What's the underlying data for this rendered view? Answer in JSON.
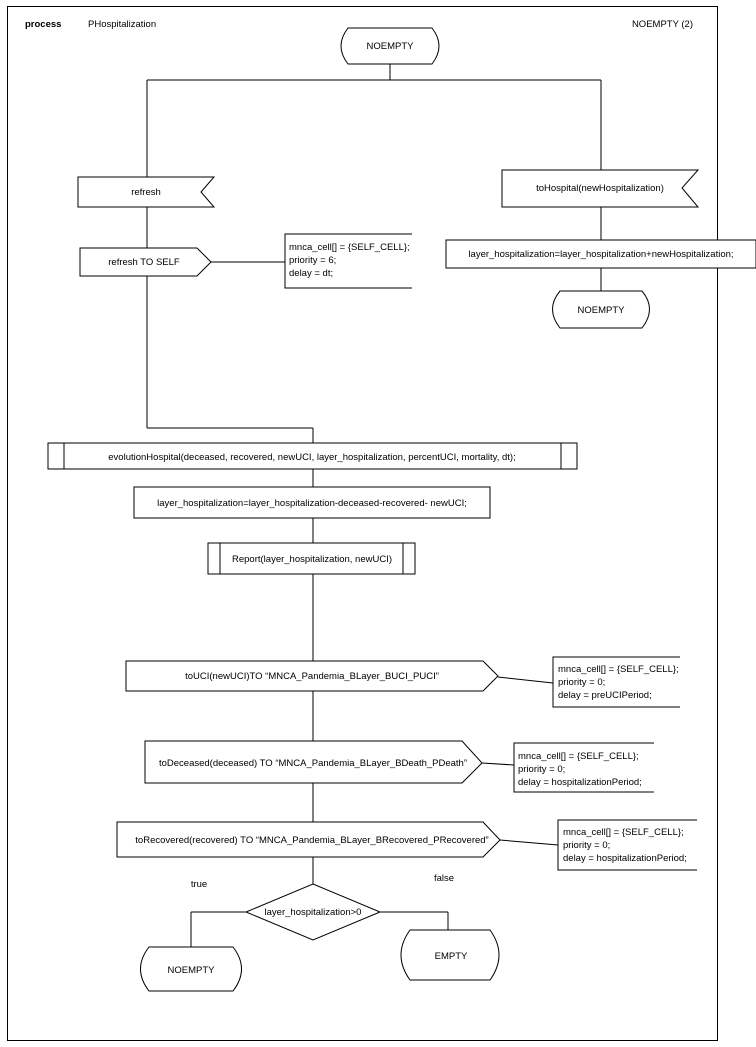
{
  "header": {
    "keyword": "process",
    "name": "PHospitalization",
    "page_label": "NOEMPTY (2)"
  },
  "states": {
    "start": "NOEMPTY",
    "after_hospital": "NOEMPTY",
    "final_true": "NOEMPTY",
    "final_false": "EMPTY"
  },
  "inputs": {
    "refresh": "refresh",
    "to_hospital": "toHospital(newHospitalization)"
  },
  "outputs": {
    "refresh_self": "refresh TO SELF",
    "to_uci": "toUCI(newUCI)TO “MNCA_Pandemia_BLayer_BUCI_PUCI”",
    "to_deceased": "toDeceased(deceased) TO “MNCA_Pandemia_BLayer_BDeath_PDeath”",
    "to_recovered": "toRecovered(recovered) TO “MNCA_Pandemia_BLayer_BRecovered_PRecovered”"
  },
  "tasks": {
    "add_hospital": "layer_hospitalization=layer_hospitalization+newHospitalization;",
    "subtract": "layer_hospitalization=layer_hospitalization-deceased-recovered- newUCI;"
  },
  "procedures": {
    "evolution": "evolutionHospital(deceased, recovered, newUCI, layer_hospitalization, percentUCI, mortality, dt);",
    "report": "Report(layer_hospitalization, newUCI)"
  },
  "comments": {
    "refresh": [
      "mnca_cell[] = {SELF_CELL};",
      "priority = 6;",
      "delay = dt;"
    ],
    "uci": [
      "mnca_cell[] = {SELF_CELL};",
      "priority = 0;",
      "delay = preUCIPeriod;"
    ],
    "deceased": [
      "mnca_cell[] = {SELF_CELL};",
      "priority = 0;",
      "delay = hospitalizationPeriod;"
    ],
    "recovered": [
      "mnca_cell[] = {SELF_CELL};",
      "priority = 0;",
      "delay = hospitalizationPeriod;"
    ]
  },
  "decision": {
    "condition": "layer_hospitalization>0",
    "true_label": "true",
    "false_label": "false"
  }
}
